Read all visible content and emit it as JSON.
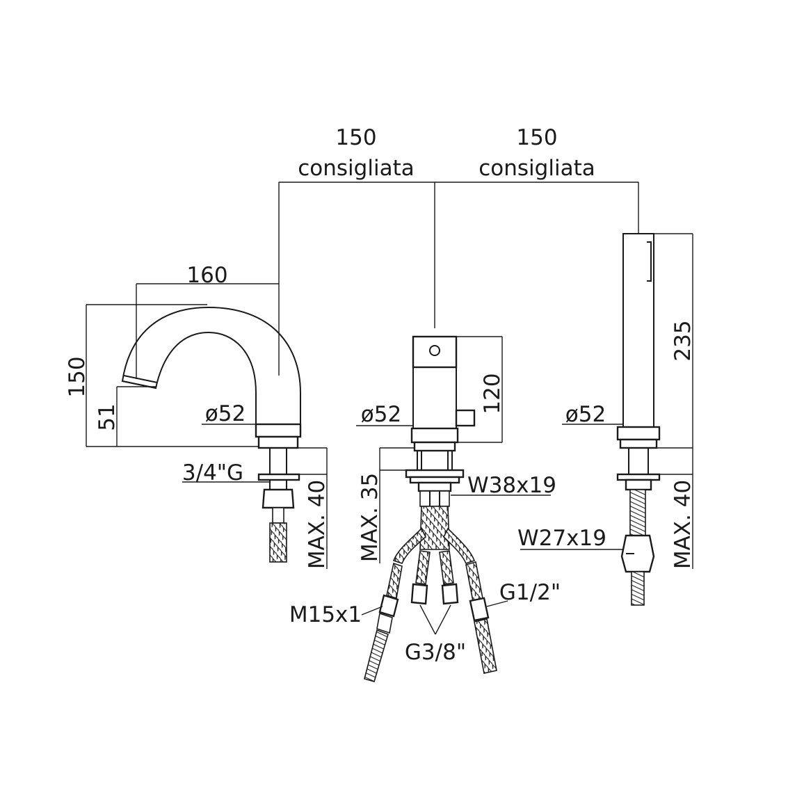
{
  "dimensions": {
    "spacing_left_value": "150",
    "spacing_left_label": "consigliata",
    "spacing_right_value": "150",
    "spacing_right_label": "consigliata",
    "spout_reach": "160",
    "spout_height": "150",
    "spout_outlet_height": "51",
    "spout_base_diameter": "ø52",
    "spout_thread": "3/4\"G",
    "spout_max_thickness": "MAX. 40",
    "mixer_height": "120",
    "mixer_base_diameter": "ø52",
    "mixer_max_thickness": "MAX. 35",
    "mixer_nut": "W38x19",
    "shower_height": "235",
    "shower_base_diameter": "ø52",
    "shower_nut": "W27x19",
    "shower_max_thickness": "MAX. 40"
  },
  "connections": {
    "hose_thread": "M15x1",
    "supply_thread_left": "G3/8\"",
    "supply_thread_right": "G1/2\""
  }
}
